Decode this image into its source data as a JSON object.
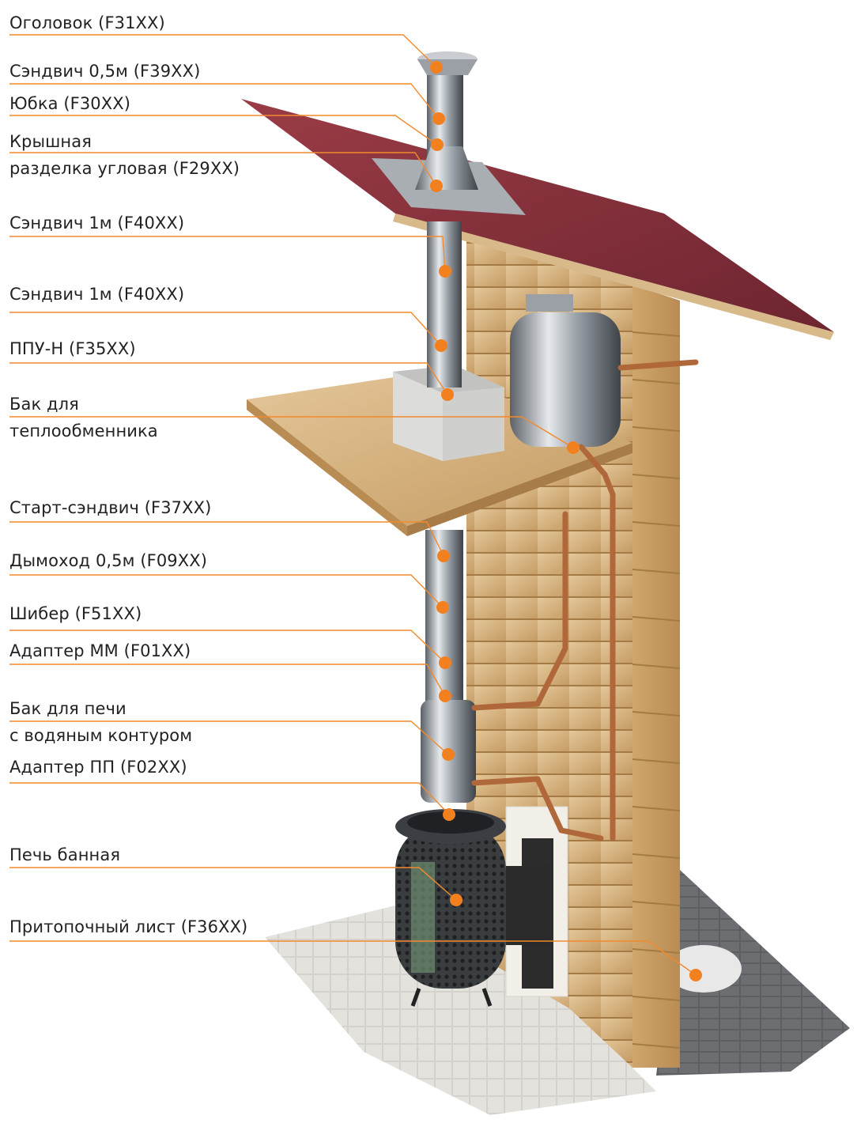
{
  "labels": [
    {
      "id": "cap",
      "lines": [
        "Оголовок (F31XX)"
      ]
    },
    {
      "id": "sandwich-05",
      "lines": [
        "Сэндвич 0,5м (F39XX)"
      ]
    },
    {
      "id": "skirt",
      "lines": [
        "Юбка (F30XX)"
      ]
    },
    {
      "id": "roof-penetration",
      "lines": [
        "Крышная",
        "разделка угловая (F29XX)"
      ]
    },
    {
      "id": "sandwich-1m-a",
      "lines": [
        "Сэндвич 1м (F40XX)"
      ]
    },
    {
      "id": "sandwich-1m-b",
      "lines": [
        "Сэндвич 1м (F40XX)"
      ]
    },
    {
      "id": "ppu-n",
      "lines": [
        "ППУ-Н (F35XX)"
      ]
    },
    {
      "id": "heat-exchanger-tank",
      "lines": [
        "Бак для",
        "теплообменника"
      ]
    },
    {
      "id": "start-sandwich",
      "lines": [
        "Старт-сэндвич (F37XX)"
      ]
    },
    {
      "id": "chimney-05",
      "lines": [
        "Дымоход 0,5м (F09XX)"
      ]
    },
    {
      "id": "damper",
      "lines": [
        "Шибер (F51XX)"
      ]
    },
    {
      "id": "adapter-mm",
      "lines": [
        "Адаптер ММ (F01XX)"
      ]
    },
    {
      "id": "stove-tank",
      "lines": [
        "Бак для печи",
        "с водяным контуром"
      ]
    },
    {
      "id": "adapter-pp",
      "lines": [
        "Адаптер ПП (F02XX)"
      ]
    },
    {
      "id": "sauna-stove",
      "lines": [
        "Печь банная"
      ]
    },
    {
      "id": "hearth-sheet",
      "lines": [
        "Притопочный лист (F36XX)"
      ]
    }
  ],
  "colors": {
    "leader": "#f28a2e",
    "dot": "#f2801f",
    "text": "#222222",
    "roof": "#8a2f38",
    "wood": "#d8b98a",
    "steel": "#b9bec4",
    "copper": "#b0683a"
  }
}
